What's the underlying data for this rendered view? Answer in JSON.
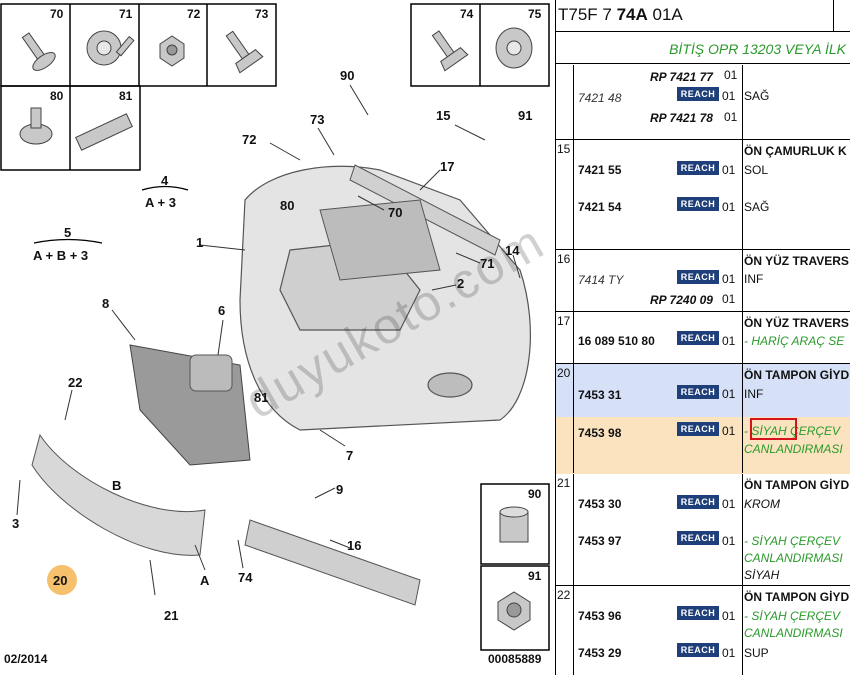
{
  "diagram": {
    "hardware_cells_top_left": [
      "70",
      "71",
      "72",
      "73"
    ],
    "hardware_cells_second_row": [
      "80",
      "81"
    ],
    "hardware_cells_top_right": [
      "74",
      "75"
    ],
    "hardware_cells_bottom_right": [
      "90",
      "91"
    ],
    "callouts": [
      "90",
      "73",
      "72",
      "15",
      "91",
      "17",
      "4",
      "A + 3",
      "5",
      "A + B + 3",
      "1",
      "80",
      "70",
      "71",
      "2",
      "14",
      "6",
      "8",
      "22",
      "81",
      "7",
      "9",
      "B",
      "3",
      "20",
      "A",
      "74",
      "16",
      "21"
    ],
    "date_code": "02/2014",
    "doc_number": "00085889"
  },
  "panel": {
    "header_prefix": "T75F 7 ",
    "header_bold": "74A",
    "header_suffix": " 01A",
    "subheader": "BİTİŞ OPR 13203 VEYA İLK",
    "reach_label": "REACH",
    "rows": {
      "r14": {
        "pn_italic": "7421 48",
        "rp1": "RP 7421 77",
        "rp2": "RP 7421 78",
        "q1": "01",
        "q2": "01",
        "q3": "01",
        "desc": "SAĞ"
      },
      "r15": {
        "group": "15",
        "title": "ÖN ÇAMURLUK K",
        "pn1": "7421 55",
        "q1": "01",
        "desc1": "SOL",
        "pn2": "7421 54",
        "q2": "01",
        "desc2": "SAĞ"
      },
      "r16": {
        "group": "16",
        "title": "ÖN YÜZ TRAVERS",
        "pn_italic": "7414 TY",
        "q1": "01",
        "desc1": "INF",
        "rp": "RP 7240 09",
        "q2": "01"
      },
      "r17": {
        "group": "17",
        "title": "ÖN YÜZ TRAVERS",
        "pn": "16 089 510 80",
        "q": "01",
        "desc": "- HARİÇ ARAÇ SE"
      },
      "r20": {
        "group": "20",
        "title": "ÖN TAMPON GİYD",
        "pn1": "7453 31",
        "q1": "01",
        "desc1": "INF",
        "pn2": "7453 98",
        "q2": "01",
        "desc2a": "- ",
        "desc2b": "SİYAH",
        "desc2c": " ÇERÇEV",
        "desc2d": "CANLANDIRMASI"
      },
      "r21": {
        "group": "21",
        "title": "ÖN TAMPON GİYD",
        "pn1": "7453 30",
        "q1": "01",
        "desc1": "KROM",
        "pn2": "7453 97",
        "q2": "01",
        "desc2a": "- SİYAH ÇERÇEV",
        "desc2b": "CANLANDIRMASI",
        "desc2c": "SİYAH"
      },
      "r22": {
        "group": "22",
        "title": "ÖN TAMPON GİYD",
        "pn1": "7453 96",
        "q1": "01",
        "desc1a": "- SİYAH ÇERÇEV",
        "desc1b": "CANLANDIRMASI",
        "pn2": "7453 29",
        "q2": "01",
        "desc2": "SUP"
      }
    },
    "highlight_colors": {
      "blue": "#d6e1f7",
      "orange": "#fbe3c0",
      "red": "#d4141a",
      "green": "#2a9a2a"
    }
  },
  "watermark": "duyukoto.com"
}
